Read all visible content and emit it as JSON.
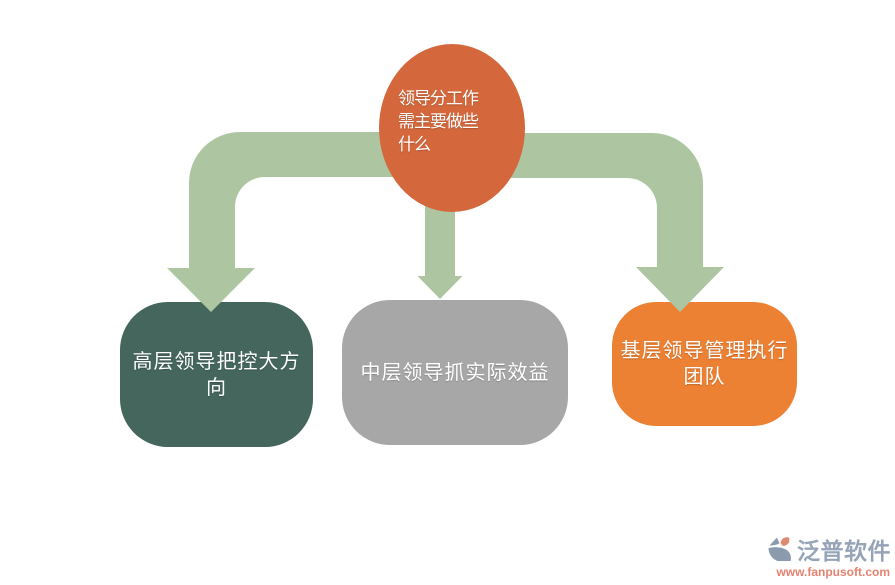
{
  "page": {
    "background_color": "#ffffff"
  },
  "diagram": {
    "arrow_color": "#adc6a1",
    "root": {
      "text": "领导分工作需主要做些什么",
      "lines": [
        "领导分工作",
        "需主要做些",
        "什么"
      ],
      "fill_color": "#d4673b",
      "text_color": "#ffffff"
    },
    "branches": [
      {
        "text": "高层领导把控大方向",
        "lines": [
          "高层领导把控大方",
          "向"
        ],
        "fill_color": "#44665c",
        "text_color": "#ffffff"
      },
      {
        "text": "中层领导抓实际效益",
        "lines": [
          "中层领导抓实际效益"
        ],
        "fill_color": "#a7a7a7",
        "text_color": "#ffffff"
      },
      {
        "text": "基层领导管理执行团队",
        "lines": [
          "基层领导管理执行",
          "团队"
        ],
        "fill_color": "#ec8033",
        "text_color": "#ffffff"
      }
    ]
  },
  "watermark": {
    "brand_name": "泛普软件",
    "website": "www.fanpusoft.com",
    "brand_color": "#97a4b7",
    "website_color": "#e5826f",
    "logo_colors": {
      "primary": "#8c9aae",
      "accent": "#dd8a70"
    }
  }
}
